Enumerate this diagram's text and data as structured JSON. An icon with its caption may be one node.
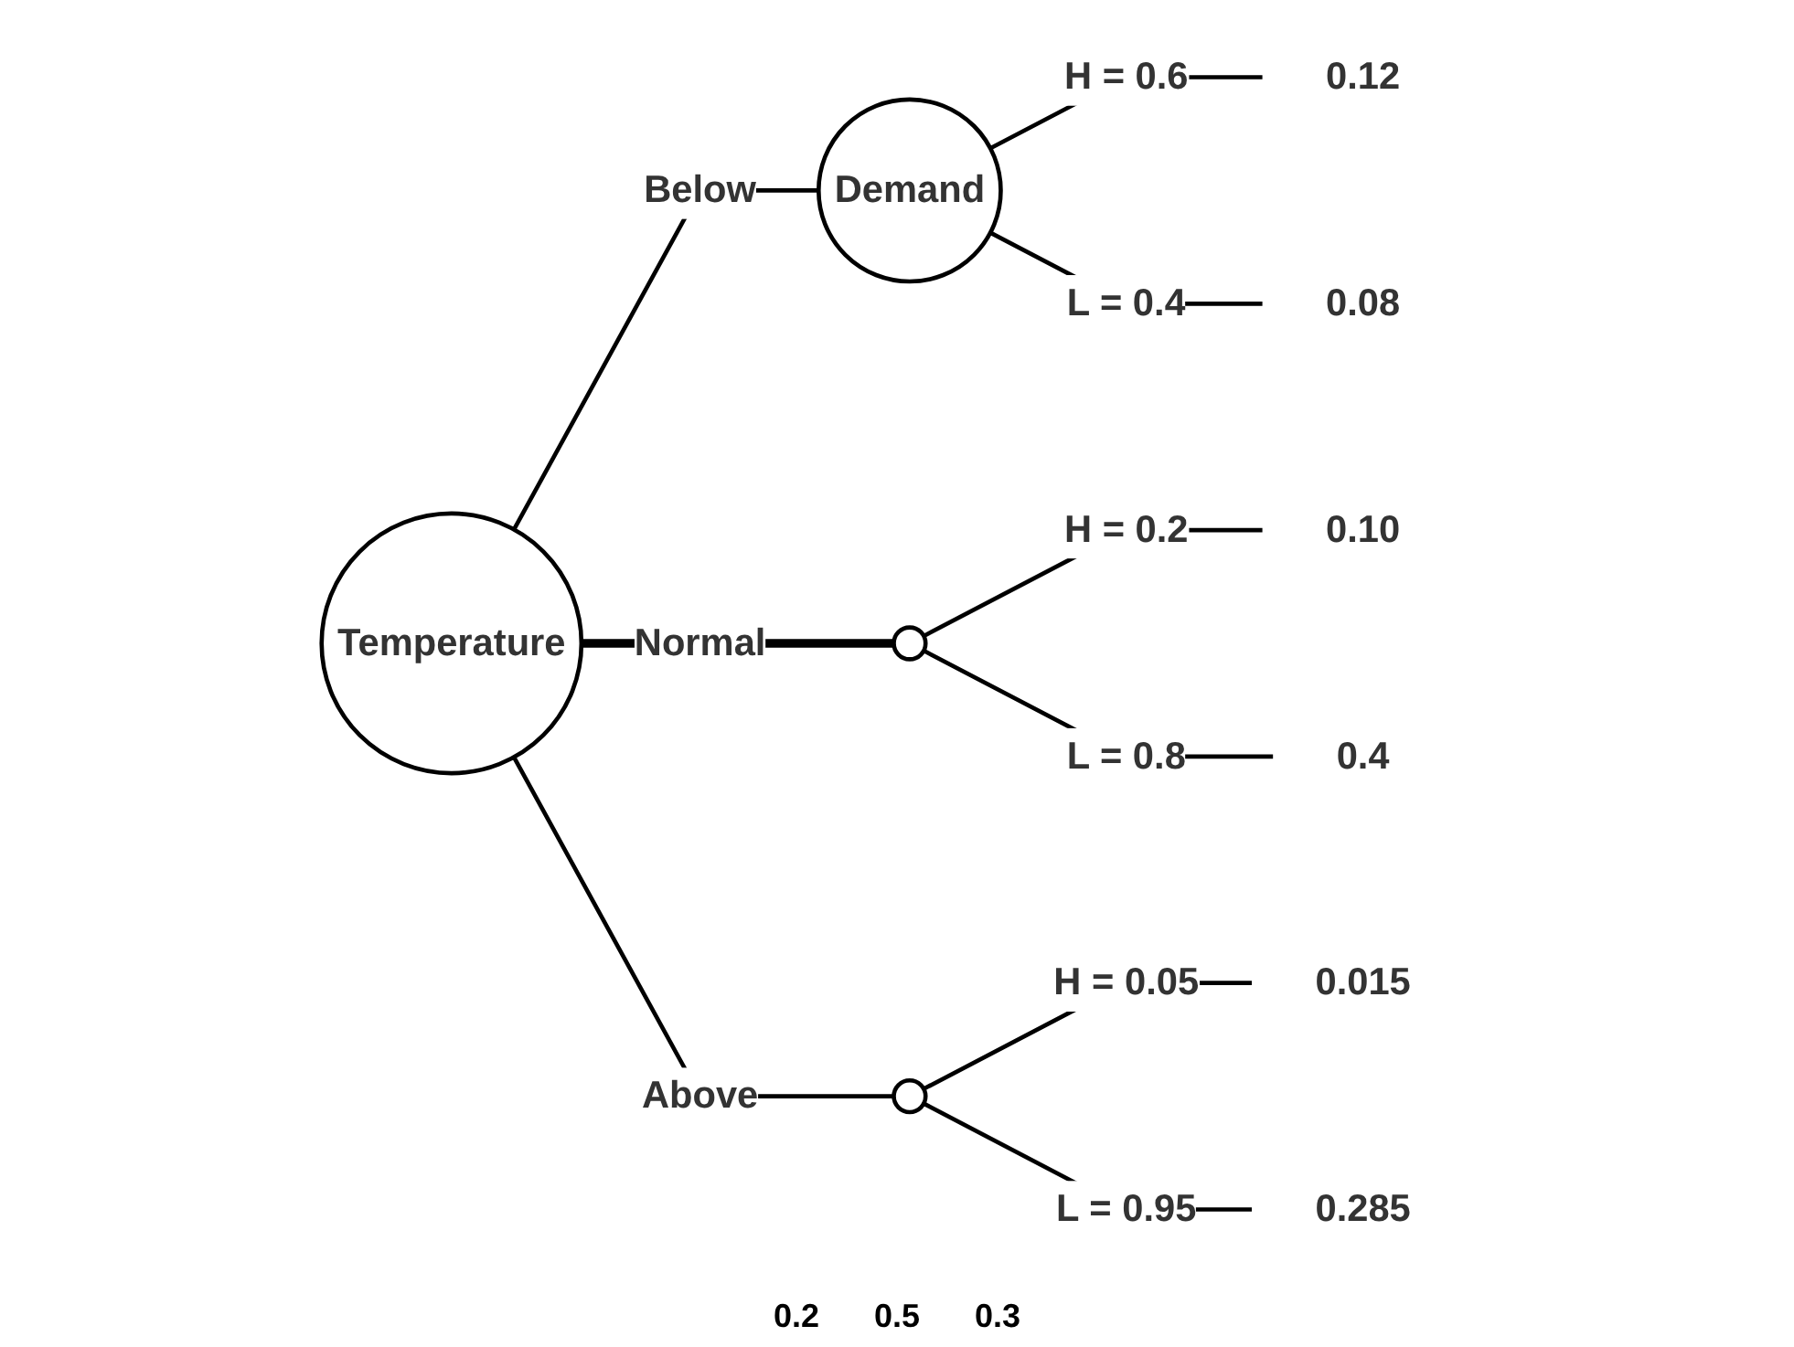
{
  "diagram": {
    "nodes": [
      {
        "text": [
          "Temperature"
        ]
      },
      {
        "text": [
          "Demand"
        ]
      },
      {
        "text": [],
        "shape": "circle"
      },
      {
        "text": [],
        "shape": "circle"
      },
      {
        "text": [
          "0.12"
        ]
      },
      {
        "text": [
          "0.08"
        ]
      },
      {
        "text": [
          "0.10"
        ]
      },
      {
        "text": [
          "0.4"
        ]
      },
      {
        "text": [
          "0.015"
        ]
      },
      {
        "text": [
          "0.285"
        ]
      }
    ],
    "edges": [
      {
        "from": 0,
        "to": 1,
        "arrow": "none",
        "label": "Below"
      },
      {
        "from": 0,
        "to": 2,
        "arrow": "none",
        "label": "Normal",
        "style": "thick"
      },
      {
        "from": 0,
        "to": 3,
        "arrow": "none",
        "label": "Above"
      },
      {
        "from": 1,
        "to": 4,
        "arrow": "none",
        "label": "H = 0.6"
      },
      {
        "from": 1,
        "to": 5,
        "arrow": "none",
        "label": "L = 0.4"
      },
      {
        "from": 2,
        "to": 6,
        "arrow": "none",
        "label": "H = 0.2"
      },
      {
        "from": 2,
        "to": 7,
        "arrow": "none",
        "label": "L = 0.8"
      },
      {
        "from": 3,
        "to": 8,
        "arrow": "none",
        "label": "H = 0.05"
      },
      {
        "from": 3,
        "to": 9,
        "arrow": "none",
        "label": "L = 0.95"
      }
    ],
    "labels": [
      "0.2",
      "0.5",
      "0.3"
    ]
  }
}
